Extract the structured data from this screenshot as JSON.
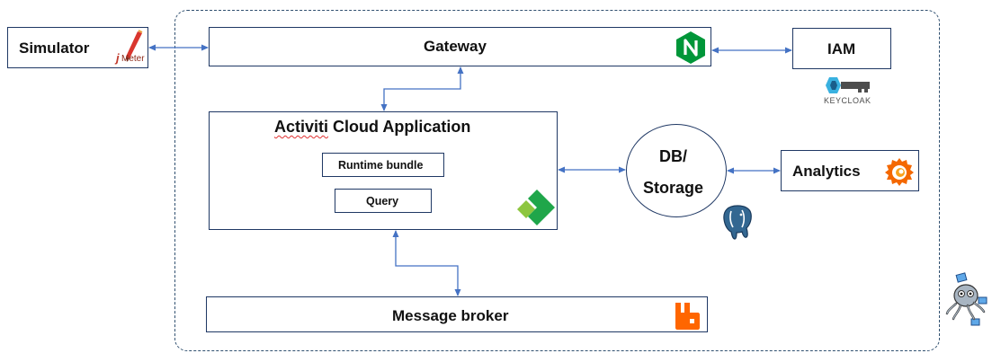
{
  "nodes": {
    "simulator": "Simulator",
    "jmeter": "Meter",
    "jmeter_j": "j",
    "gateway": "Gateway",
    "iam": "IAM",
    "keycloak": "KEYCLOAK",
    "activiti_prefix": "Activiti",
    "activiti_suffix": " Cloud Application",
    "runtime_bundle": "Runtime bundle",
    "query": "Query",
    "db_line1": "DB/",
    "db_line2": "Storage",
    "analytics": "Analytics",
    "message_broker": "Message broker"
  },
  "colors": {
    "connector": "#4472c4",
    "nginx": "#009639",
    "grafana": "#f46800",
    "rabbitmq": "#ff6600",
    "postgres": "#336791",
    "activiti": "#77bc1f",
    "keycloak": "#4d4d4d"
  }
}
